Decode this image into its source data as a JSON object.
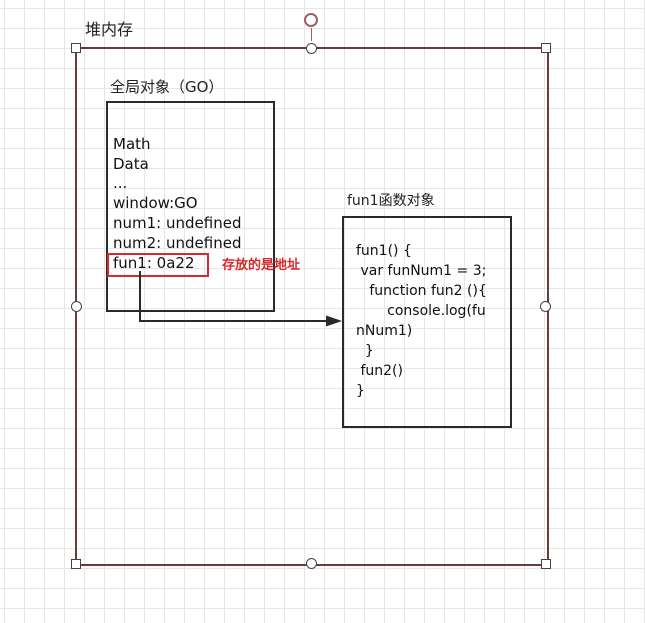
{
  "heap": {
    "title": "堆内存"
  },
  "global_object": {
    "title": "全局对象（GO）",
    "lines": [
      "Math",
      "Data",
      "...",
      "window:GO",
      "num1: undefined",
      "num2: undefined",
      "fun1: 0a22"
    ],
    "address_note": "存放的是地址"
  },
  "function_object": {
    "title": "fun1函数对象",
    "code_lines": [
      "fun1() {",
      " var funNum1 = 3;",
      "   function fun2 (){",
      "       console.log(fu",
      "nNum1)",
      "  }",
      " fun2()",
      "}"
    ]
  },
  "colors": {
    "heap_border": "#6b3a3a",
    "box_border": "#2a2a2a",
    "highlight": "#d42a2a",
    "arrow": "#2a2a2a"
  }
}
